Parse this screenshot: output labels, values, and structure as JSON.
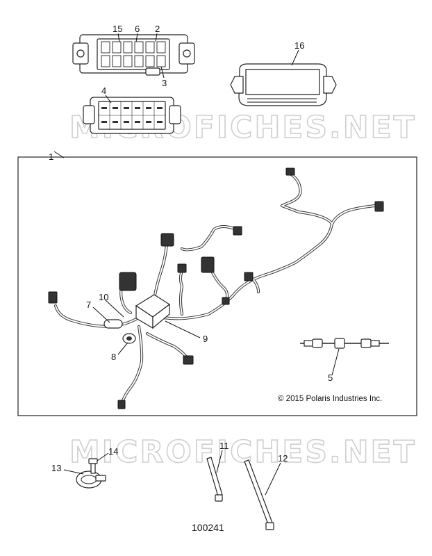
{
  "watermark": "MICROFICHES.NET",
  "copyright": "© 2015 Polaris Industries Inc.",
  "drawing_number": "100241",
  "callouts": {
    "c1": "1",
    "c2": "2",
    "c3": "3",
    "c4": "4",
    "c5": "5",
    "c6": "6",
    "c7": "7",
    "c8": "8",
    "c9": "9",
    "c10": "10",
    "c11": "11",
    "c12": "12",
    "c13": "13",
    "c14": "14",
    "c15": "15",
    "c16": "16"
  }
}
